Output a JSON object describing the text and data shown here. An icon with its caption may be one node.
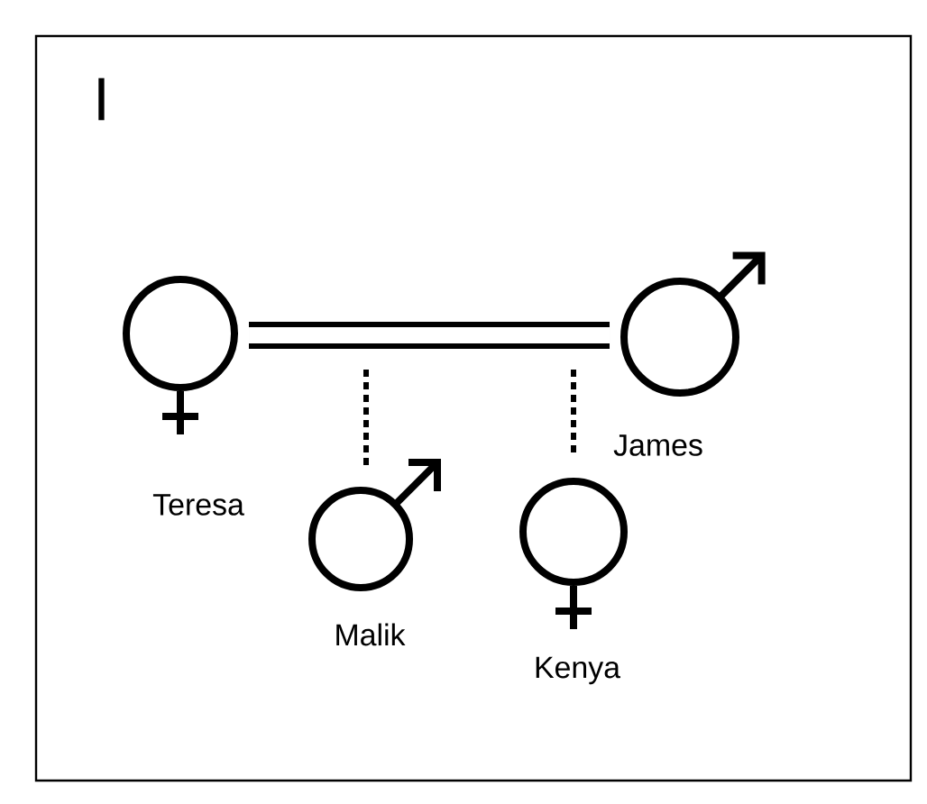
{
  "diagram": {
    "title": "I",
    "nodes": [
      {
        "text": [],
        "shape": "circle",
        "beside": [
          "Teresa"
        ]
      },
      {
        "text": [],
        "shape": "circle",
        "beside": [
          "James"
        ]
      },
      {
        "text": [],
        "shape": "circle",
        "beside": [
          "Malik"
        ]
      },
      {
        "text": [],
        "shape": "circle",
        "beside": [
          "Kenya"
        ]
      }
    ],
    "edges": [
      {
        "from": 0,
        "to": 1,
        "arrow": "none",
        "style": "thick"
      },
      {
        "from": null,
        "to": 2,
        "arrow": "none",
        "style": "dashed"
      },
      {
        "from": null,
        "to": 3,
        "arrow": "none",
        "style": "dashed"
      }
    ]
  }
}
